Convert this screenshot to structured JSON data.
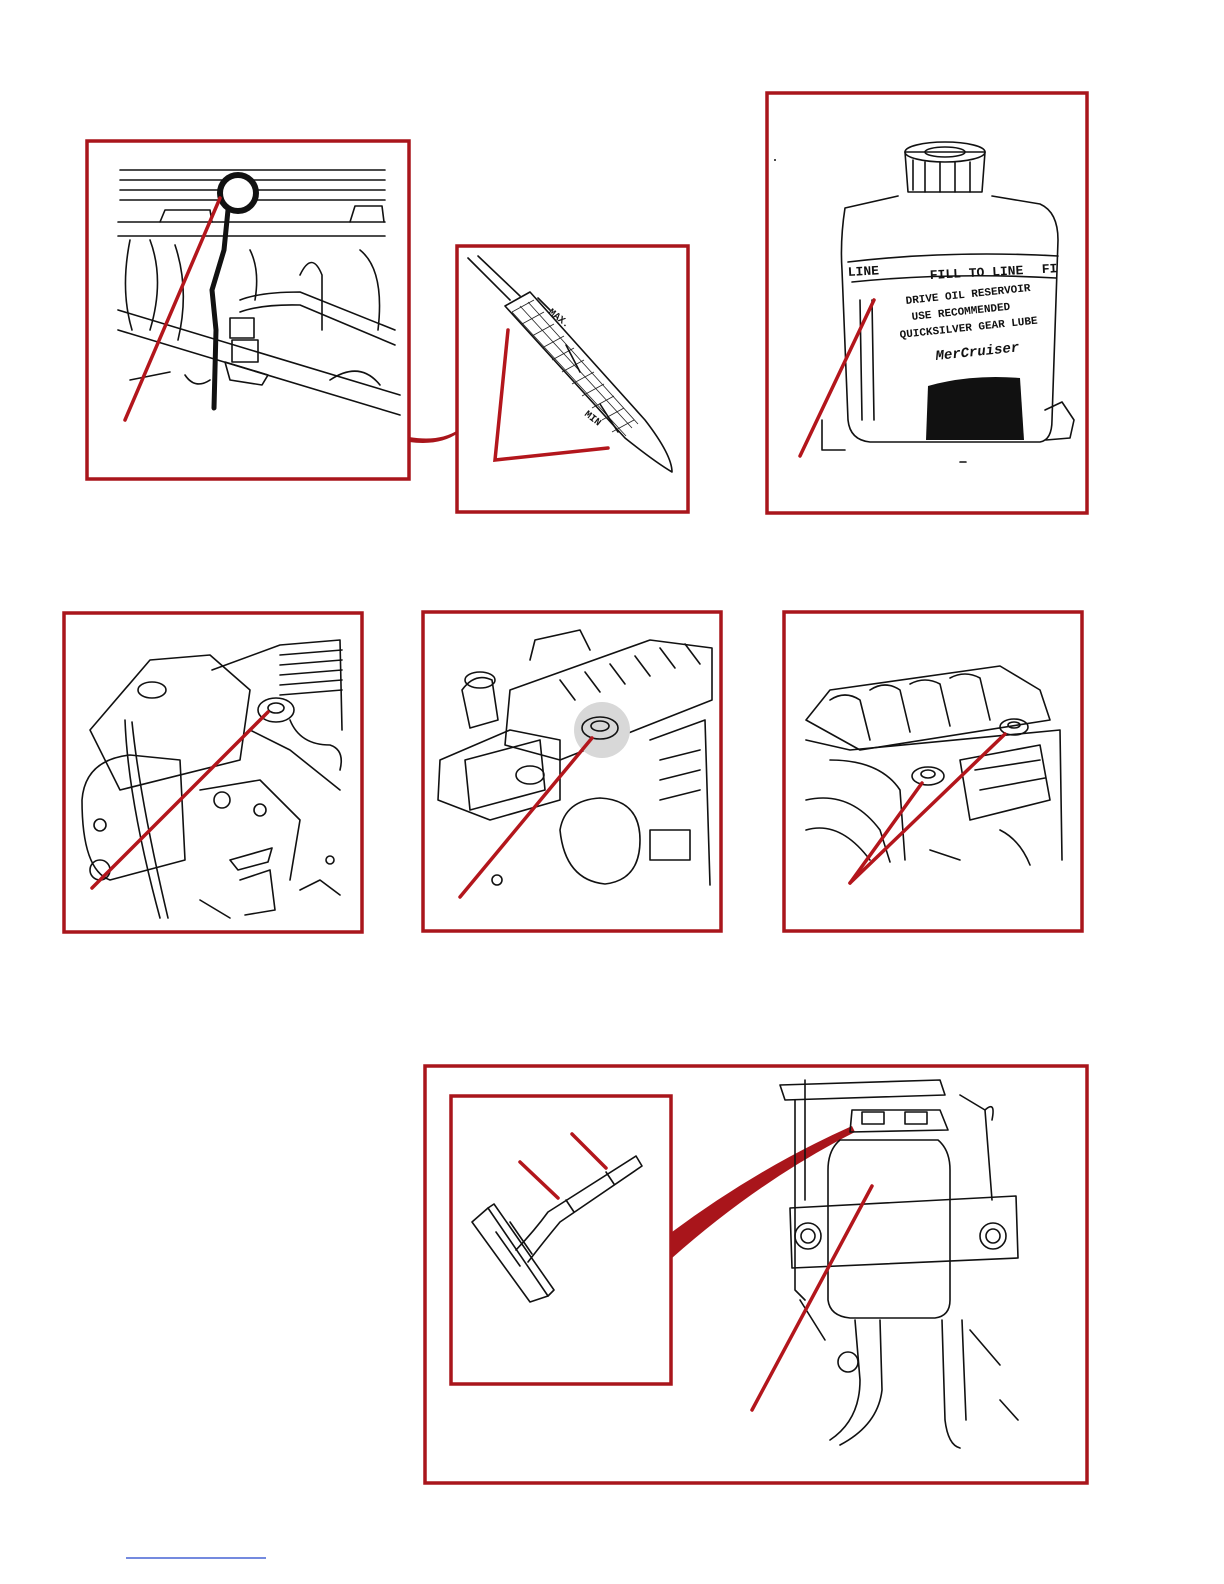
{
  "dipstick_markings": {
    "max": "MAX.",
    "min": "MIN"
  },
  "reservoir_labels": {
    "fill_line_partial_left": "LINE",
    "fill_line": "FILL TO LINE",
    "fill_line_partial_right": "FI",
    "line1": "DRIVE OIL RESERVOIR",
    "line2": "USE RECOMMENDED",
    "line3": "QUICKSILVER GEAR LUBE",
    "brand": "MerCruiser"
  },
  "colors": {
    "frame": "#a9151b",
    "leader": "#b3161c",
    "ink": "#111111"
  }
}
